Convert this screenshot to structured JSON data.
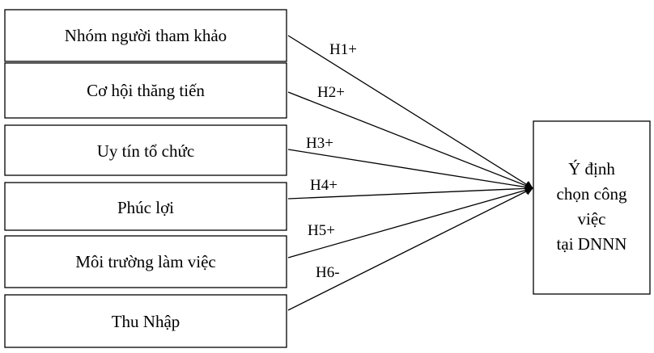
{
  "factors": [
    {
      "label": "Nhóm người tham khảo",
      "hypothesis": "H1+"
    },
    {
      "label": "Cơ hội thăng tiến",
      "hypothesis": "H2+"
    },
    {
      "label": "Uy tín tổ chức",
      "hypothesis": "H3+"
    },
    {
      "label": "Phúc lợi",
      "hypothesis": "H4+"
    },
    {
      "label": "Môi trường làm việc",
      "hypothesis": "H5+"
    },
    {
      "label": "Thu Nhập",
      "hypothesis": "H6-"
    }
  ],
  "outcome": {
    "lines": [
      "Ý định",
      "chọn công",
      "việc",
      "tại DNNN"
    ]
  }
}
